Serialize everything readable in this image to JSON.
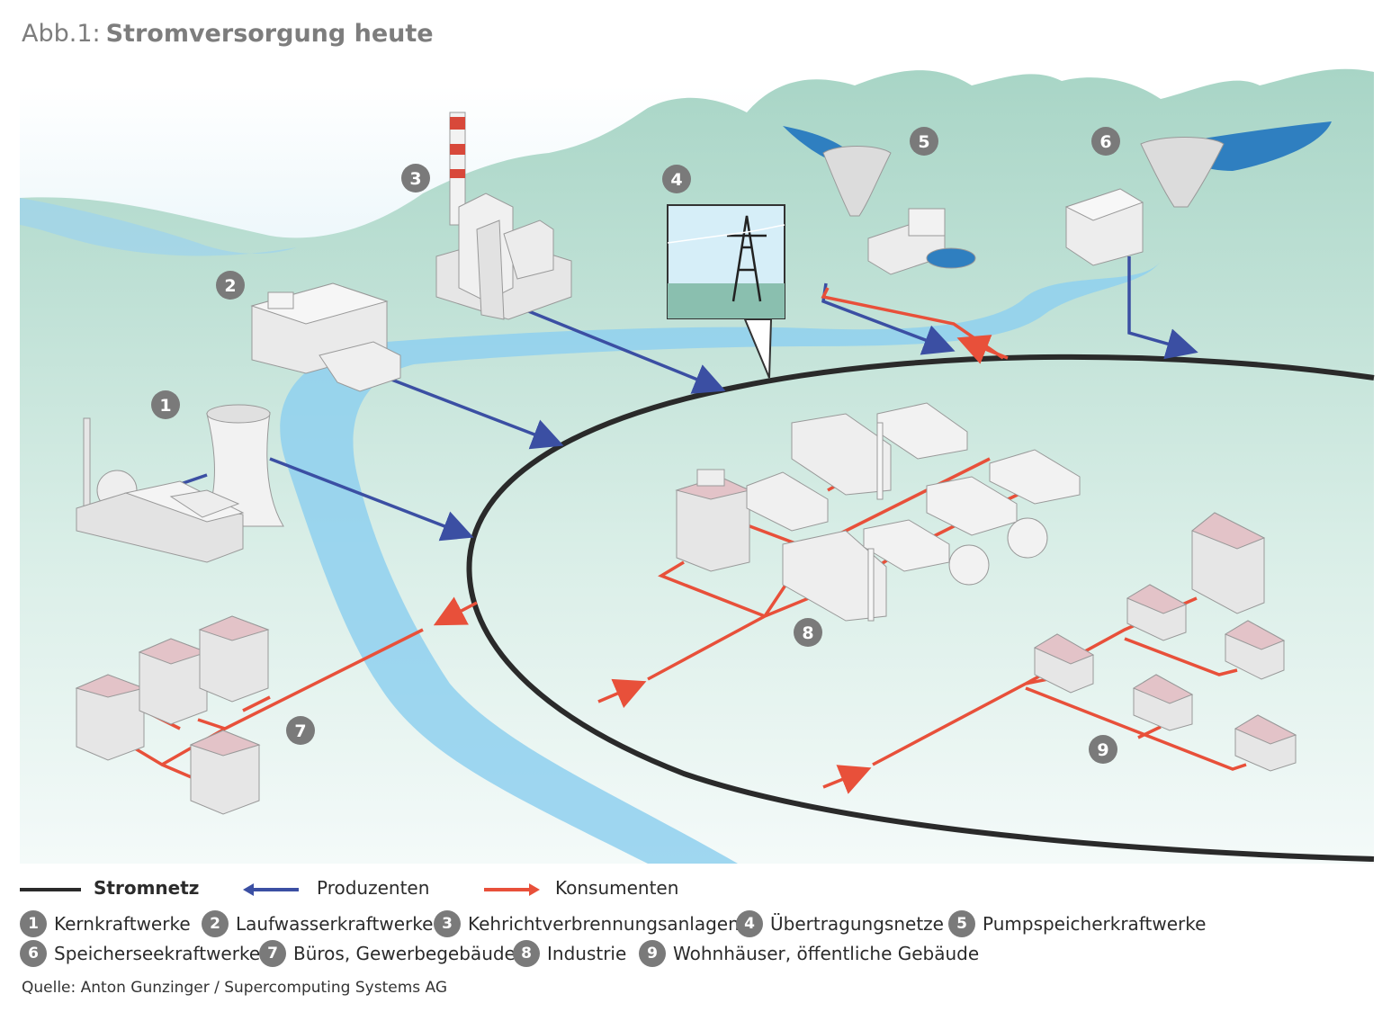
{
  "figure": {
    "prefix": "Abb.1:",
    "title": "Stromversorgung heute"
  },
  "legend": {
    "grid": "Stromnetz",
    "producers": "Produzenten",
    "consumers": "Konsumenten"
  },
  "items": [
    {
      "num": "1",
      "label": "Kernkraftwerke"
    },
    {
      "num": "2",
      "label": "Laufwasserkraftwerke"
    },
    {
      "num": "3",
      "label": "Kehrichtverbrennungsanlagen"
    },
    {
      "num": "4",
      "label": "Übertragungsnetze"
    },
    {
      "num": "5",
      "label": "Pumpspeicherkraftwerke"
    },
    {
      "num": "6",
      "label": "Speicherseekraftwerke"
    },
    {
      "num": "7",
      "label": "Büros, Gewerbegebäude"
    },
    {
      "num": "8",
      "label": "Industrie"
    },
    {
      "num": "9",
      "label": "Wohnhäuser, öffentliche Gebäude"
    }
  ],
  "source": "Quelle: Anton Gunzinger / Supercomputing Systems AG",
  "colors": {
    "grid": "#2a2a2a",
    "producers": "#3b4fa3",
    "consumers": "#e8503a",
    "river": "#8fd0ee",
    "mountain": "#a9d6c9",
    "lake": "#2f7fc0"
  }
}
